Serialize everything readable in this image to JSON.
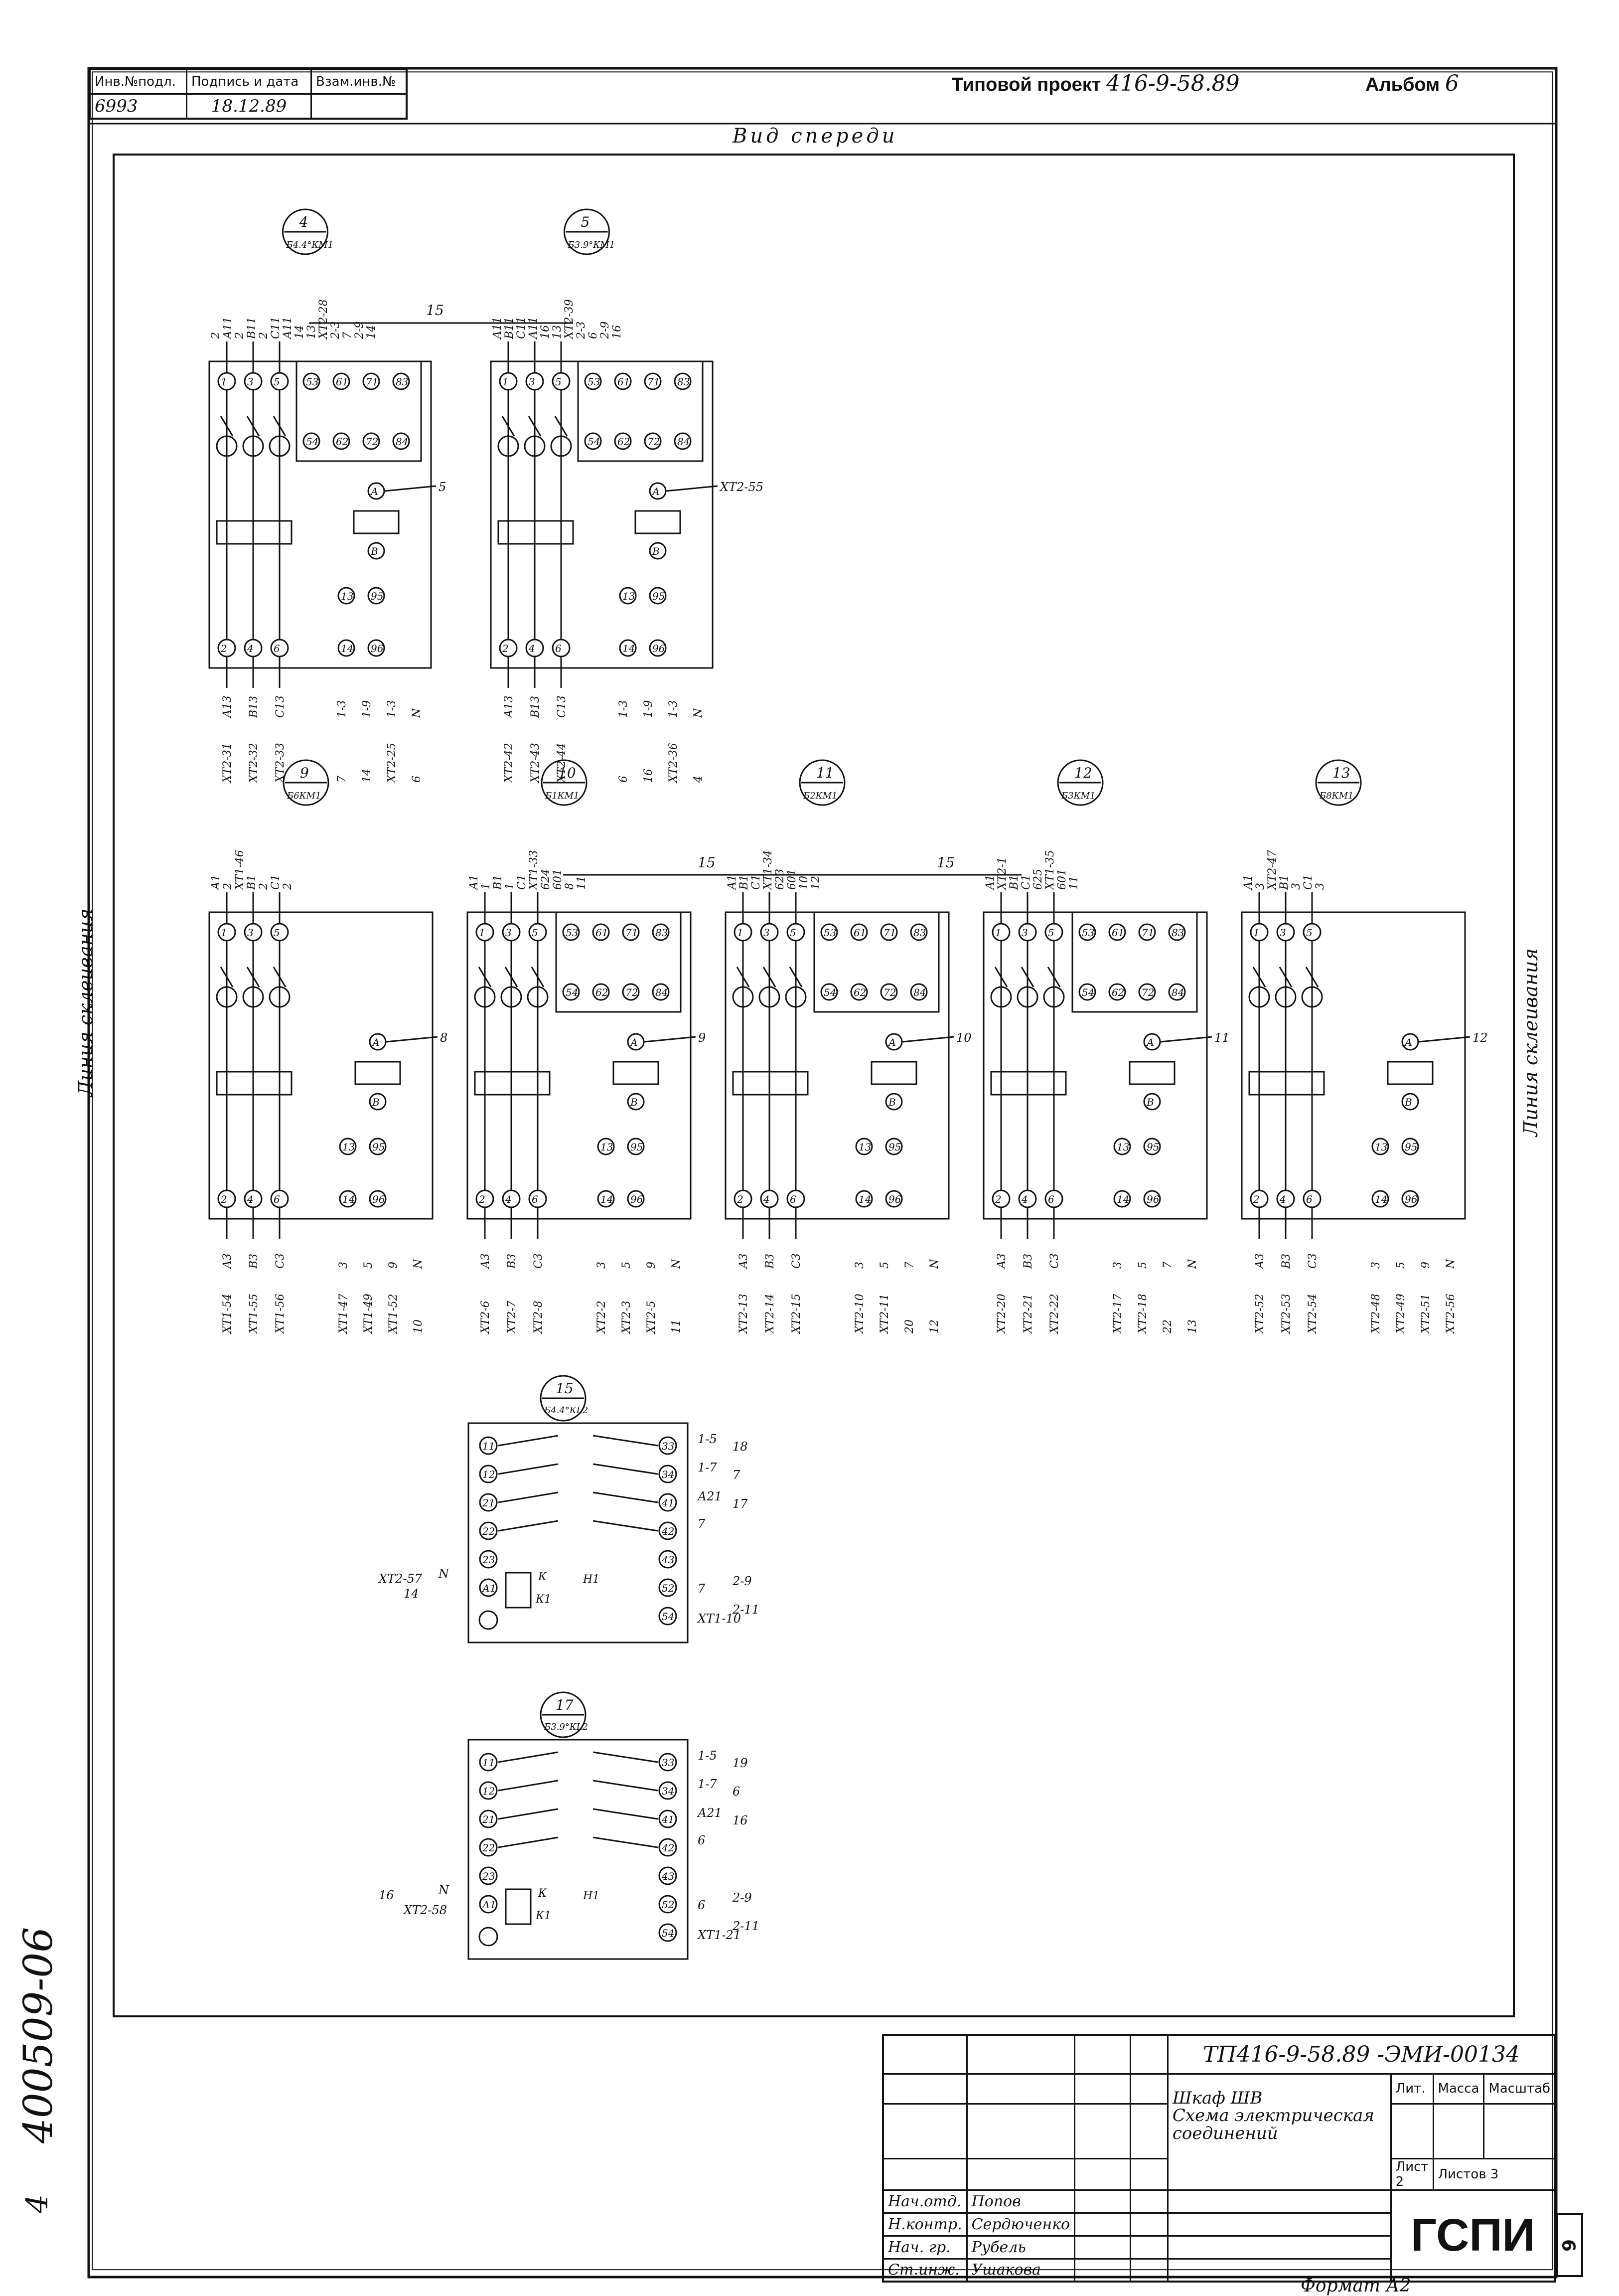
{
  "stamp": {
    "col1_header": "Инв.№подл.",
    "col2_header": "Подпись и дата",
    "col3_header": "Взам.инв.№",
    "inv_no": "6993",
    "date": "18.12.89"
  },
  "header": {
    "project_label": "Типовой проект",
    "project_no": "416-9-58.89",
    "album_label": "Альбом",
    "album_no": "6"
  },
  "view_title": "Вид спереди",
  "splice_line_label": "Линия склеивания",
  "side_code": "400509-06",
  "side_num": "4",
  "corner_num": "9",
  "format": "Формат А2",
  "title_block": {
    "doc_no": "ТП416-9-58.89 -ЭМИ-00134",
    "title_line1": "Шкаф ШВ",
    "title_line2": "Схема электрическая",
    "title_line3": "соединений",
    "lit_label": "Лит.",
    "mass_label": "Масса",
    "scale_label": "Масштаб",
    "sheet_label": "Лист",
    "sheet_no": "2",
    "sheets_label": "Листов",
    "sheets_no": "3",
    "org": "ГСПИ",
    "roles": [
      "Нач.отд.",
      "Н.контр.",
      "Нач. гр.",
      "Ст.инж."
    ],
    "names": [
      "Попов",
      "Сердюченко",
      "Рубель",
      "Ушакова"
    ]
  },
  "contactors_top": [
    {
      "num": "4",
      "code": "Б4.4°КМ1",
      "top_wires": [
        "2",
        "А11",
        "2",
        "В11",
        "2",
        "С11",
        "А11",
        "14",
        "13",
        "ХТ2-28",
        "2-3",
        "7",
        "2-9",
        "14"
      ],
      "coil_wire": "5",
      "bottom_wires": [
        "А13",
        "В13",
        "С13",
        "1-3",
        "1-9",
        "1-3",
        "N"
      ],
      "bottom_terms": [
        "ХТ2-31",
        "ХТ2-32",
        "ХТ2-33",
        "7",
        "14",
        "ХТ2-25",
        "6"
      ]
    },
    {
      "num": "5",
      "code": "Б3.9°КМ1",
      "top_wires": [
        "А11",
        "В11",
        "С11",
        "А11",
        "16",
        "13",
        "ХТ2-39",
        "2-3",
        "6",
        "2-9",
        "16"
      ],
      "coil_wire": "ХТ2-55",
      "bottom_wires": [
        "А13",
        "В13",
        "С13",
        "1-3",
        "1-9",
        "1-3",
        "N"
      ],
      "bottom_terms": [
        "ХТ2-42",
        "ХТ2-43",
        "ХТ2-44",
        "6",
        "16",
        "ХТ2-36",
        "4"
      ]
    }
  ],
  "contactors_mid": [
    {
      "num": "9",
      "code": "Б6КМ1",
      "top_wires": [
        "А1",
        "2",
        "ХТ1-46",
        "В1",
        "2",
        "С1",
        "2"
      ],
      "coil_wire": "8",
      "bottom_wires": [
        "А3",
        "В3",
        "С3",
        "3",
        "5",
        "9",
        "N"
      ],
      "bottom_terms": [
        "ХТ1-54",
        "ХТ1-55",
        "ХТ1-56",
        "ХТ1-47",
        "ХТ1-49",
        "ХТ1-52",
        "10"
      ]
    },
    {
      "num": "10",
      "code": "Б1КМ1",
      "top_wires": [
        "А1",
        "1",
        "В1",
        "1",
        "С1",
        "ХТ1-33",
        "624",
        "601",
        "8",
        "11"
      ],
      "coil_wire": "9",
      "bottom_wires": [
        "А3",
        "В3",
        "С3",
        "3",
        "5",
        "9",
        "N"
      ],
      "bottom_terms": [
        "ХТ2-6",
        "ХТ2-7",
        "ХТ2-8",
        "ХТ2-2",
        "ХТ2-3",
        "ХТ2-5",
        "11"
      ]
    },
    {
      "num": "11",
      "code": "Б2КМ1",
      "top_wires": [
        "А1",
        "В1",
        "С1",
        "ХТ1-34",
        "623",
        "601",
        "10",
        "12"
      ],
      "coil_wire": "10",
      "bottom_wires": [
        "А3",
        "В3",
        "С3",
        "3",
        "5",
        "7",
        "N"
      ],
      "bottom_terms": [
        "ХТ2-13",
        "ХТ2-14",
        "ХТ2-15",
        "ХТ2-10",
        "ХТ2-11",
        "20",
        "12"
      ]
    },
    {
      "num": "12",
      "code": "Б3КМ1",
      "top_wires": [
        "А1",
        "ХТ2-1",
        "В1",
        "С1",
        "625",
        "ХТ1-35",
        "601",
        "11"
      ],
      "coil_wire": "11",
      "bottom_wires": [
        "А3",
        "В3",
        "С3",
        "3",
        "5",
        "7",
        "N"
      ],
      "bottom_terms": [
        "ХТ2-20",
        "ХТ2-21",
        "ХТ2-22",
        "ХТ2-17",
        "ХТ2-18",
        "22",
        "13"
      ]
    },
    {
      "num": "13",
      "code": "Б8КМ1",
      "top_wires": [
        "А1",
        "3",
        "ХТ2-47",
        "В1",
        "3",
        "С1",
        "3"
      ],
      "coil_wire": "12",
      "bottom_wires": [
        "А3",
        "В3",
        "С3",
        "3",
        "5",
        "9",
        "N"
      ],
      "bottom_terms": [
        "ХТ2-52",
        "ХТ2-53",
        "ХТ2-54",
        "ХТ2-48",
        "ХТ2-49",
        "ХТ2-51",
        "ХТ2-56"
      ]
    }
  ],
  "relays": [
    {
      "num": "15",
      "code": "Б4.4°КL2",
      "right_wires": [
        "1-5",
        "18",
        "1-7",
        "7",
        "А21",
        "17",
        "7",
        "2-9",
        "7",
        "2-11",
        "ХТ1-10"
      ],
      "left_wires": [
        "ХТ2-57",
        "N",
        "14"
      ]
    },
    {
      "num": "17",
      "code": "Б3.9°КL2",
      "right_wires": [
        "1-5",
        "19",
        "1-7",
        "6",
        "А21",
        "16",
        "6",
        "2-9",
        "6",
        "2-11",
        "ХТ1-21"
      ],
      "left_wires": [
        "16",
        "N",
        "ХТ2-58"
      ]
    }
  ],
  "bus_label": "15",
  "pins_main": [
    "1",
    "3",
    "5",
    "2",
    "4",
    "6"
  ],
  "pins_aux": [
    "53",
    "61",
    "71",
    "83",
    "54",
    "62",
    "72",
    "84"
  ],
  "pins_coil": [
    "А",
    "В",
    "13",
    "14",
    "95",
    "96"
  ],
  "relay_pins": [
    "11",
    "12",
    "21",
    "22",
    "23",
    "А1",
    "33",
    "34",
    "41",
    "42",
    "43",
    "52",
    "54"
  ],
  "relay_marks": [
    "К",
    "К1",
    "Н1"
  ]
}
